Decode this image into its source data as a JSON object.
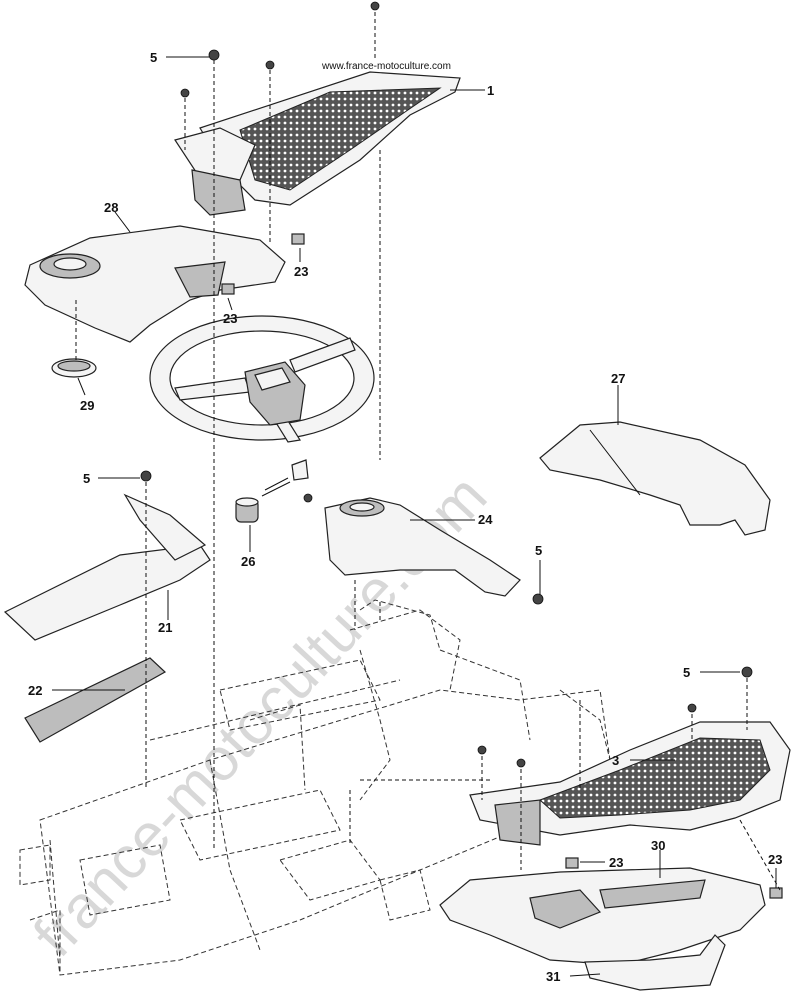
{
  "source_url": "www.france-motoculture.com",
  "watermark": "france-motoculture.com",
  "callouts": [
    {
      "id": "c1",
      "label": "1"
    },
    {
      "id": "c5a",
      "label": "5"
    },
    {
      "id": "c28",
      "label": "28"
    },
    {
      "id": "c23a",
      "label": "23"
    },
    {
      "id": "c23b",
      "label": "23"
    },
    {
      "id": "c29",
      "label": "29"
    },
    {
      "id": "c27",
      "label": "27"
    },
    {
      "id": "c5b",
      "label": "5"
    },
    {
      "id": "c24",
      "label": "24"
    },
    {
      "id": "c5c",
      "label": "5"
    },
    {
      "id": "c26",
      "label": "26"
    },
    {
      "id": "c21",
      "label": "21"
    },
    {
      "id": "c22",
      "label": "22"
    },
    {
      "id": "c5d",
      "label": "5"
    },
    {
      "id": "c3",
      "label": "3"
    },
    {
      "id": "c23c",
      "label": "23"
    },
    {
      "id": "c30",
      "label": "30"
    },
    {
      "id": "c23d",
      "label": "23"
    },
    {
      "id": "c31",
      "label": "31"
    }
  ]
}
